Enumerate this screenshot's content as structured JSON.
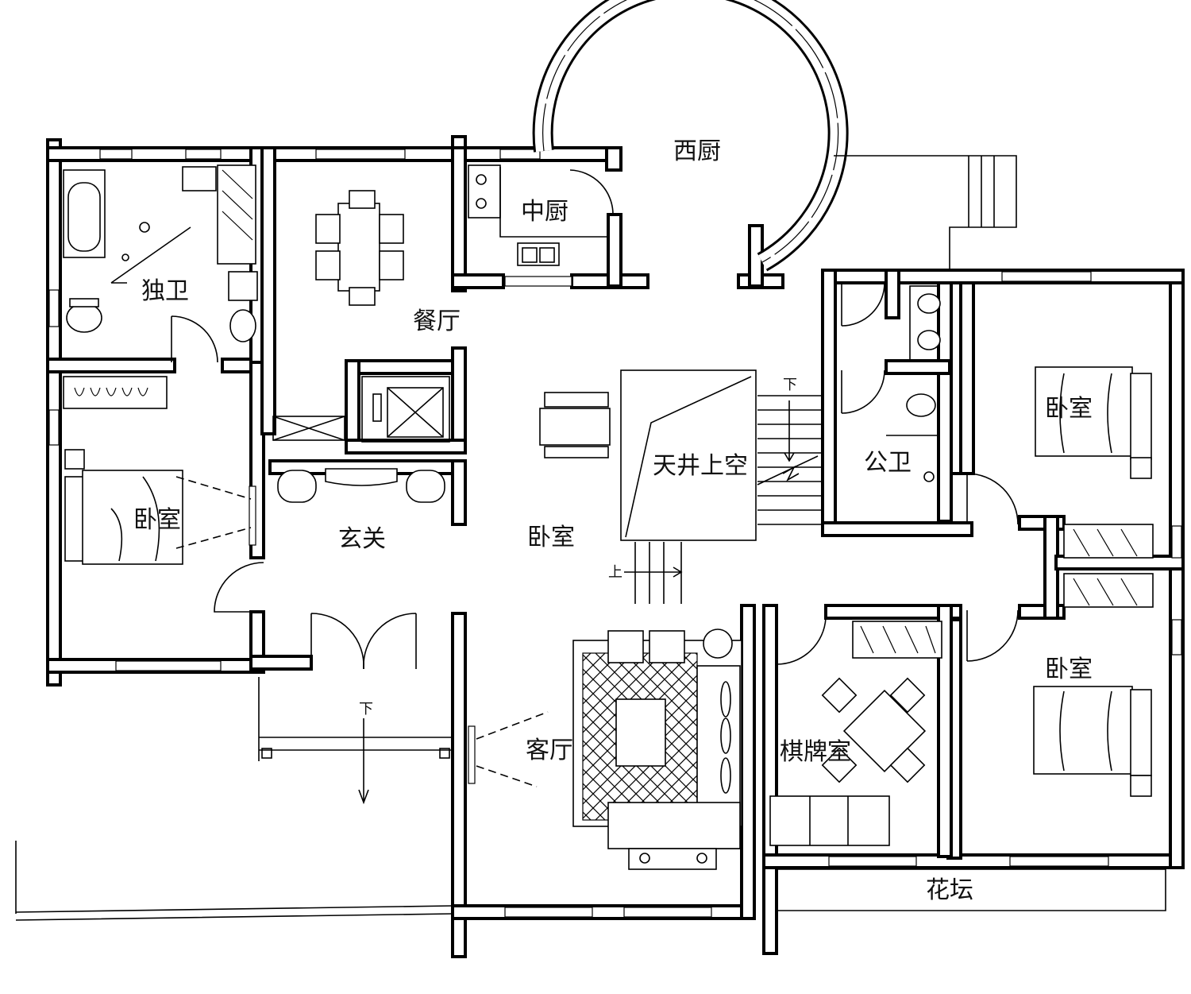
{
  "rooms": {
    "west_kitchen": "西厨",
    "chinese_kitchen": "中厨",
    "private_bath": "独卫",
    "dining": "餐厅",
    "skylight": "天井上空",
    "public_bath": "公卫",
    "bedroom_left": "卧室",
    "bedroom_center": "卧室",
    "bedroom_right_top": "卧室",
    "bedroom_right_bottom": "卧室",
    "foyer": "玄关",
    "living": "客厅",
    "mahjong": "棋牌室",
    "flowerbed": "花坛"
  },
  "stairs": {
    "down_top": "下",
    "up": "上",
    "down_entry": "下"
  }
}
